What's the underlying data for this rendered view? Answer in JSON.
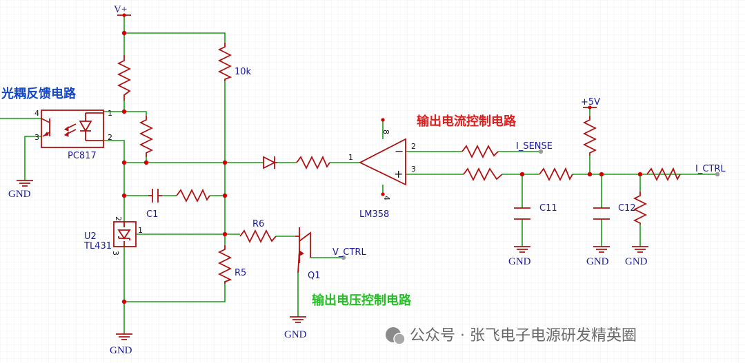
{
  "titles": {
    "optocoupler_feedback": "光耦反馈电路",
    "current_control": "输出电流控制电路",
    "voltage_control": "输出电压控制电路"
  },
  "net_labels": {
    "vplus": "V+",
    "plus5v": "+5V",
    "gnd": "GND",
    "i_sense": "I_SENSE",
    "i_ctrl": "I_CTRL",
    "v_ctrl": "V_CTRL"
  },
  "components": {
    "optocoupler": "PC817",
    "regulator_ref": "U2",
    "regulator_part": "TL431",
    "opamp": "LM358",
    "r_10k": "10k",
    "c1": "C1",
    "r5": "R5",
    "r6": "R6",
    "q1": "Q1",
    "c11": "C11",
    "c12": "C12"
  },
  "pins": {
    "opto_4": "4",
    "opto_3": "3",
    "opto_1": "1",
    "opto_2": "2",
    "u2_1": "1",
    "u2_2": "2",
    "u2_3": "3",
    "op_1": "1",
    "op_2": "2",
    "op_3": "3",
    "op_4": "4",
    "op_8": "8",
    "op_minus": "−",
    "op_plus": "+"
  },
  "watermark": {
    "text": "公众号 · 张飞电子电源研发精英圈"
  },
  "colors": {
    "wire": "#1a9a1a",
    "component": "#b01010",
    "junction": "#d40000",
    "label": "#1a1a9a",
    "title_blue": "#1548c8",
    "title_red": "#e21b1b",
    "title_green": "#22c022"
  }
}
